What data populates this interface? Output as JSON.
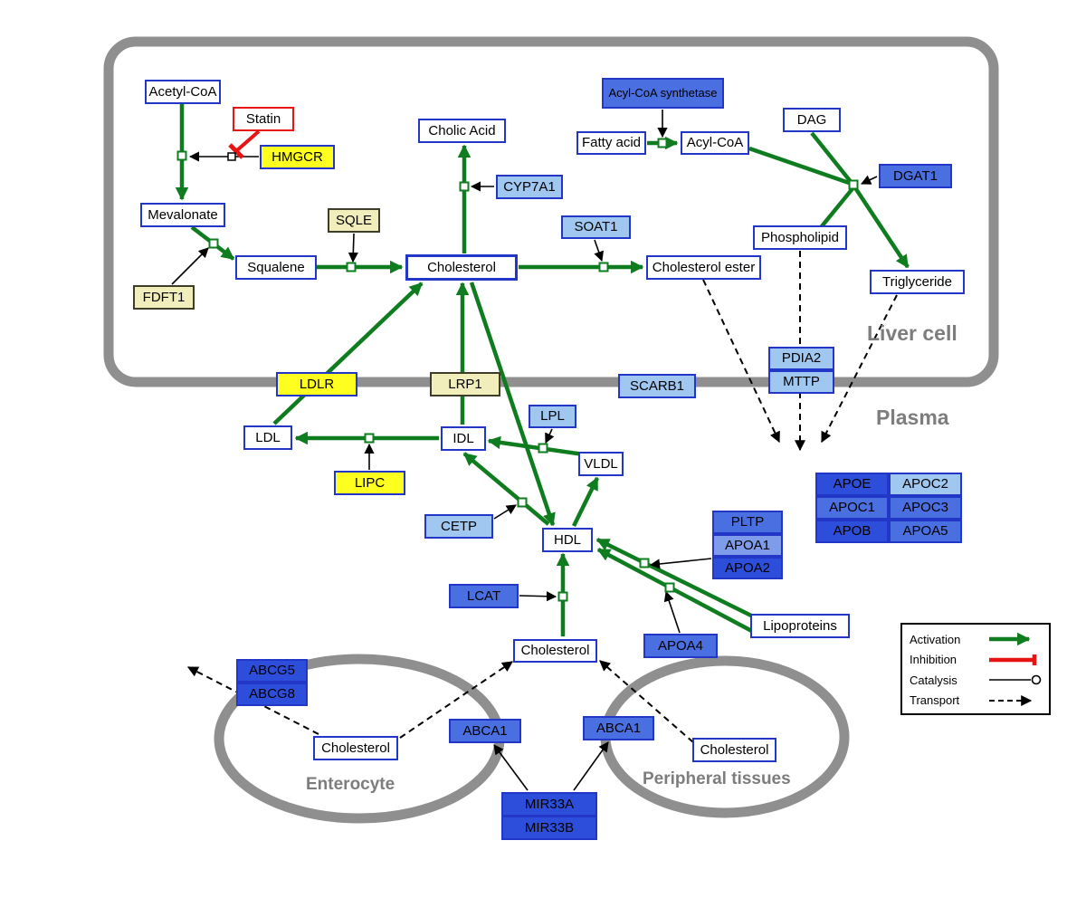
{
  "compartments": {
    "liver": "Liver cell",
    "plasma": "Plasma",
    "enterocyte": "Enterocyte",
    "peripheral": "Peripheral tissues"
  },
  "nodes": {
    "acetyl_coa": "Acetyl-CoA",
    "statin": "Statin",
    "hmgcr": "HMGCR",
    "mevalonate": "Mevalonate",
    "sqle": "SQLE",
    "fdft1": "FDFT1",
    "squalene": "Squalene",
    "cholesterol_liver": "Cholesterol",
    "cholic_acid": "Cholic Acid",
    "cyp7a1": "CYP7A1",
    "soat1": "SOAT1",
    "cholesterol_ester": "Cholesterol ester",
    "acyl_coa_synthetase": "Acyl-CoA synthetase",
    "fatty_acid": "Fatty acid",
    "acyl_coa": "Acyl-CoA",
    "dag": "DAG",
    "dgat1": "DGAT1",
    "phospholipid": "Phospholipid",
    "triglyceride": "Triglyceride",
    "ldlr": "LDLR",
    "lrp1": "LRP1",
    "scarb1": "SCARB1",
    "pdia2": "PDIA2",
    "mttp": "MTTP",
    "ldl": "LDL",
    "idl": "IDL",
    "lpl": "LPL",
    "vldl": "VLDL",
    "lipc": "LIPC",
    "cetp": "CETP",
    "hdl": "HDL",
    "pltp": "PLTP",
    "apoa1": "APOA1",
    "apoa2": "APOA2",
    "apoe": "APOE",
    "apoc2": "APOC2",
    "apoc1": "APOC1",
    "apoc3": "APOC3",
    "apob": "APOB",
    "apoa5": "APOA5",
    "lcat": "LCAT",
    "apoa4": "APOA4",
    "lipoproteins": "Lipoproteins",
    "cholesterol_plasma": "Cholesterol",
    "abcg5": "ABCG5",
    "abcg8": "ABCG8",
    "cholesterol_enterocyte": "Cholesterol",
    "abca1_left": "ABCA1",
    "abca1_right": "ABCA1",
    "cholesterol_peripheral": "Cholesterol",
    "mir33a": "MIR33A",
    "mir33b": "MIR33B"
  },
  "legend": {
    "activation": "Activation",
    "inhibition": "Inhibition",
    "catalysis": "Catalysis",
    "transport": "Transport"
  },
  "colors": {
    "activation_green": "#0e7c1f",
    "inhibition_red": "#e81313",
    "node_border_blue": "#2236c8",
    "yellow": "#ffff1f",
    "pale_yellow": "#f2eebb",
    "light_blue": "#9fc7ef",
    "mid_blue": "#4a6fe0",
    "dark_blue": "#2c4edb",
    "compartment_gray": "#8f8f8f"
  }
}
